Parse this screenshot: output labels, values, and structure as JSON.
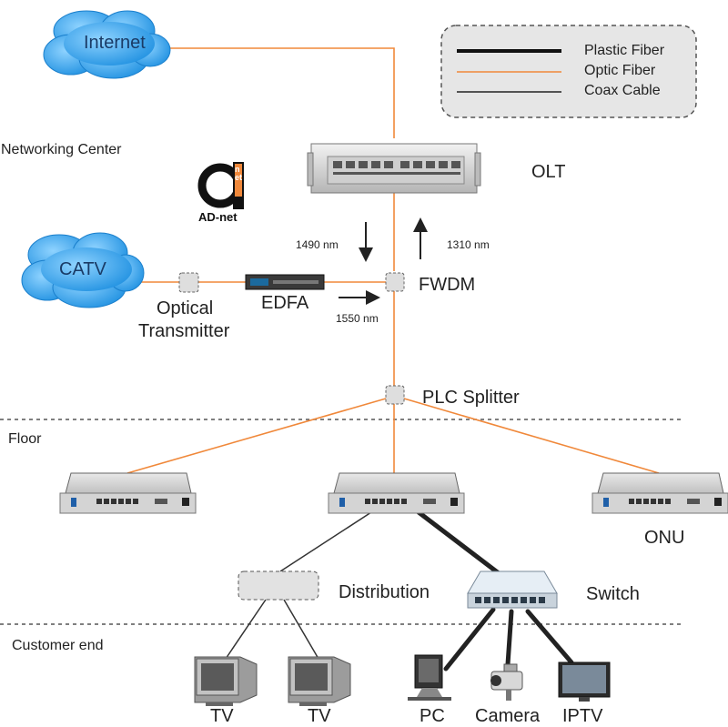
{
  "legend": {
    "plastic_fiber": "Plastic Fiber",
    "optic_fiber": "Optic Fiber",
    "coax_cable": "Coax Cable"
  },
  "colors": {
    "optic_fiber": "#f0883a",
    "plastic_fiber": "#222222",
    "coax_cable": "#333333",
    "cloud": "#2a9be8"
  },
  "zones": {
    "networking_center": "Networking Center",
    "floor": "Floor",
    "customer_end": "Customer end"
  },
  "nodes": {
    "internet": "Internet",
    "catv": "CATV",
    "olt": "OLT",
    "logo": "AD-net",
    "logo_mark": "net",
    "optical_transmitter_line1": "Optical",
    "optical_transmitter_line2": "Transmitter",
    "edfa": "EDFA",
    "fwdm": "FWDM",
    "plc_splitter": "PLC Splitter",
    "onu": "ONU",
    "distribution": "Distribution",
    "switch": "Switch",
    "tv_1": "TV",
    "tv_2": "TV",
    "pc": "PC",
    "camera": "Camera",
    "iptv": "IPTV"
  },
  "wavelengths": {
    "down": "1490 nm",
    "up": "1310 nm",
    "catv": "1550 nm"
  }
}
